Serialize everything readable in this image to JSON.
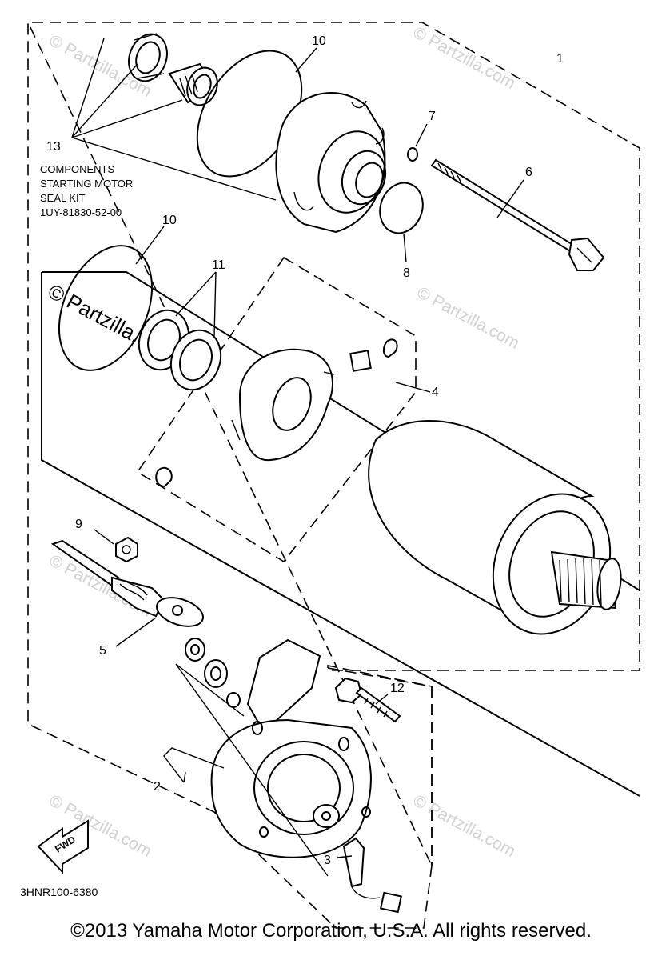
{
  "labels": {
    "p1": "1",
    "p2": "2",
    "p3": "3",
    "p4": "4",
    "p5": "5",
    "p6": "6",
    "p7": "7",
    "p8": "8",
    "p9": "9",
    "p10a": "10",
    "p10b": "10",
    "p11": "11",
    "p12": "12",
    "p13": "13"
  },
  "kit_note": {
    "line1": "COMPONENTS",
    "line2": "STARTING MOTOR",
    "line3": "SEAL KIT",
    "line4": "1UY-81830-52-00"
  },
  "fwd_label": "FWD",
  "diagram_code": "3HNR100-6380",
  "watermark": {
    "text": "© Partzilla.com",
    "strong_text": "© Partzilla.com"
  },
  "copyright": "©2013 Yamaha Motor Corporation, U.S.A. All rights reserved."
}
